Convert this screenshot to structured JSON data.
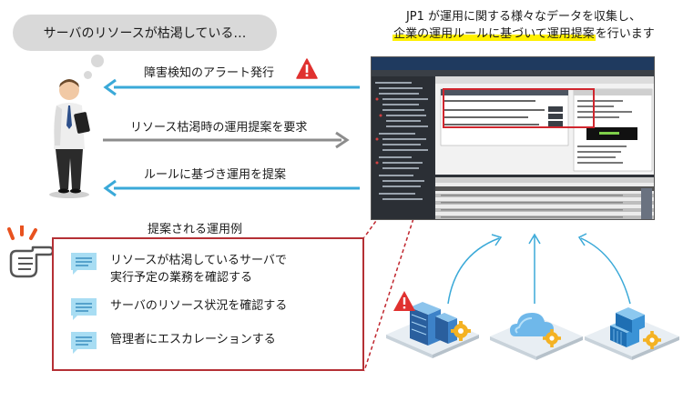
{
  "thought_bubble": {
    "text": "サーバのリソースが枯渇している…"
  },
  "right_header": {
    "line1": "JP1 が運用に関する様々なデータを収集し、",
    "line2_highlight": "企業の運用ルールに基づいて運用提案",
    "line2_rest": "を行います"
  },
  "arrows": [
    {
      "label": "障害検知のアラート発行"
    },
    {
      "label": "リソース枯渇時の運用提案を要求"
    },
    {
      "label": "ルールに基づき運用を提案"
    }
  ],
  "proposal": {
    "title": "提案される運用例",
    "items": [
      {
        "line1": "リソースが枯渇しているサーバで",
        "line2": "実行予定の業務を確認する"
      },
      {
        "line1": "サーバのリソース状況を確認する",
        "line2": ""
      },
      {
        "line1": "管理者にエスカレーションする",
        "line2": ""
      }
    ]
  },
  "colors": {
    "arrow_blue": "#3aa9d8",
    "arrow_gray": "#8c8c8c",
    "box_red": "#b53035",
    "highlight": "#fff000",
    "screenshot_red": "#d0262e",
    "doc_icon": "#a8ddf3"
  },
  "icons": [
    "person-icon",
    "alert-icon",
    "finger-point-icon",
    "document-icon",
    "server-gear-icon",
    "cloud-gear-icon",
    "container-gear-icon"
  ]
}
